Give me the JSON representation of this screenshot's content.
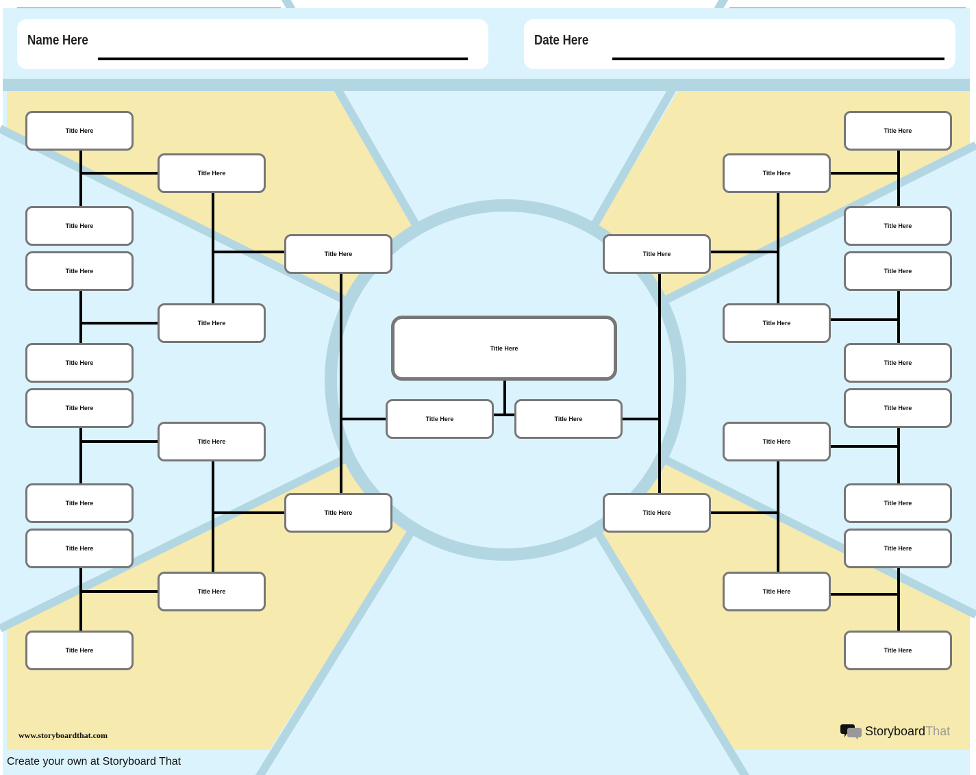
{
  "header": {
    "name_label": "Name Here",
    "date_label": "Date Here"
  },
  "colors": {
    "light_blue": "#dbf3fd",
    "stripe_blue": "#b3d6e3",
    "yellow": "#f6eaae",
    "box_border": "#777777",
    "connector": "#000000"
  },
  "center": {
    "title": "Title Here"
  },
  "nodes": [
    "Title Here",
    "Title Here",
    "Title Here",
    "Title Here",
    "Title Here",
    "Title Here",
    "Title Here",
    "Title Here",
    "Title Here",
    "Title Here",
    "Title Here",
    "Title Here",
    "Title Here",
    "Title Here",
    "Title Here",
    "Title Here",
    "Title Here",
    "Title Here",
    "Title Here",
    "Title Here",
    "Title Here",
    "Title Here",
    "Title Here",
    "Title Here",
    "Title Here",
    "Title Here",
    "Title Here",
    "Title Here",
    "Title Here",
    "Title Here"
  ],
  "footer": {
    "url": "www.storyboardthat.com",
    "credit": "Create your own at Storyboard That",
    "logo_main": "Storyboard",
    "logo_accent": "That"
  }
}
